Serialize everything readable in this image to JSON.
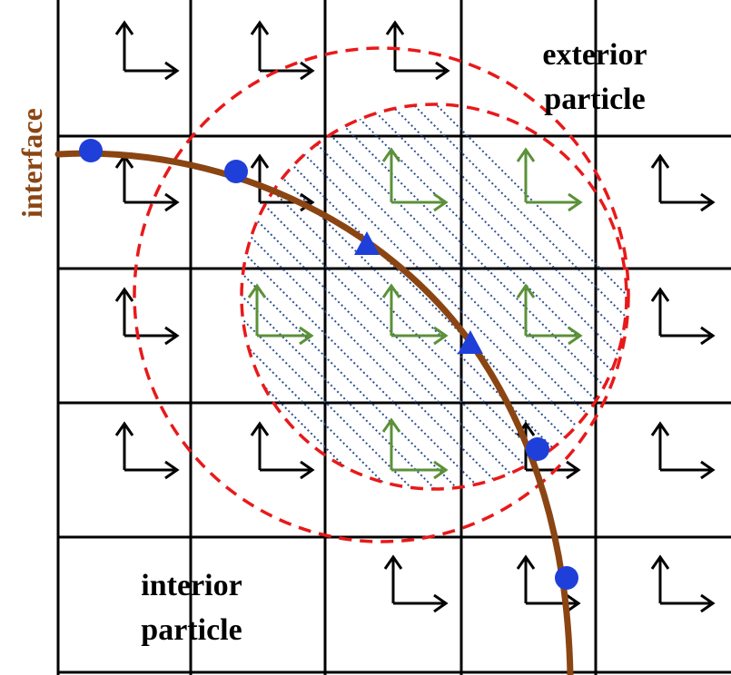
{
  "labels": {
    "interface": "interface",
    "exterior_line1": "exterior",
    "exterior_line2": "particle",
    "interior_line1": "interior",
    "interior_line2": "particle"
  },
  "colors": {
    "interface_curve": "#8B4513",
    "interface_label": "#8B4513",
    "circles": "#E8191A",
    "green_axes": "#5B9138",
    "black_axes": "#000000",
    "particle_markers": "#1F3FD9",
    "hatch": "#2F4F8F",
    "grid": "#000000"
  },
  "icons": {
    "axis_glyph": "xy-axes-icon",
    "circle_marker": "blue-circle-marker-icon",
    "triangle_marker": "blue-triangle-marker-icon"
  }
}
